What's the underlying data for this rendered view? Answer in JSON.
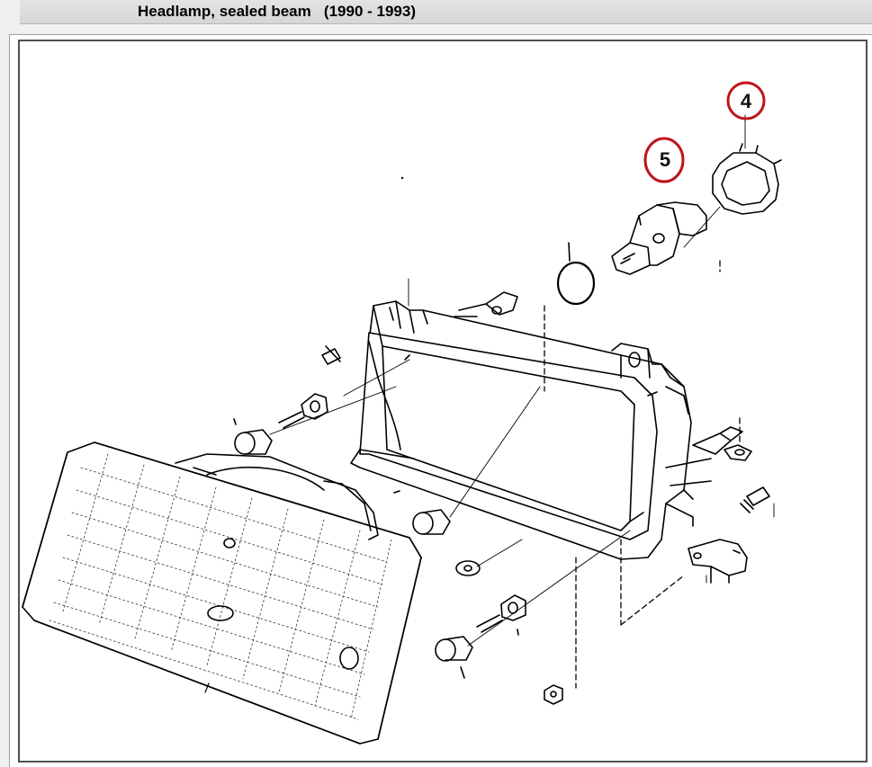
{
  "header": {
    "title": "Headlamp, sealed beam   (1990 - 1993)"
  },
  "diagram": {
    "callouts": [
      {
        "id": "callout-4",
        "label": "4"
      },
      {
        "id": "callout-5",
        "label": "5"
      }
    ],
    "callout_color": "#c0141c",
    "line_color": "#000000"
  }
}
